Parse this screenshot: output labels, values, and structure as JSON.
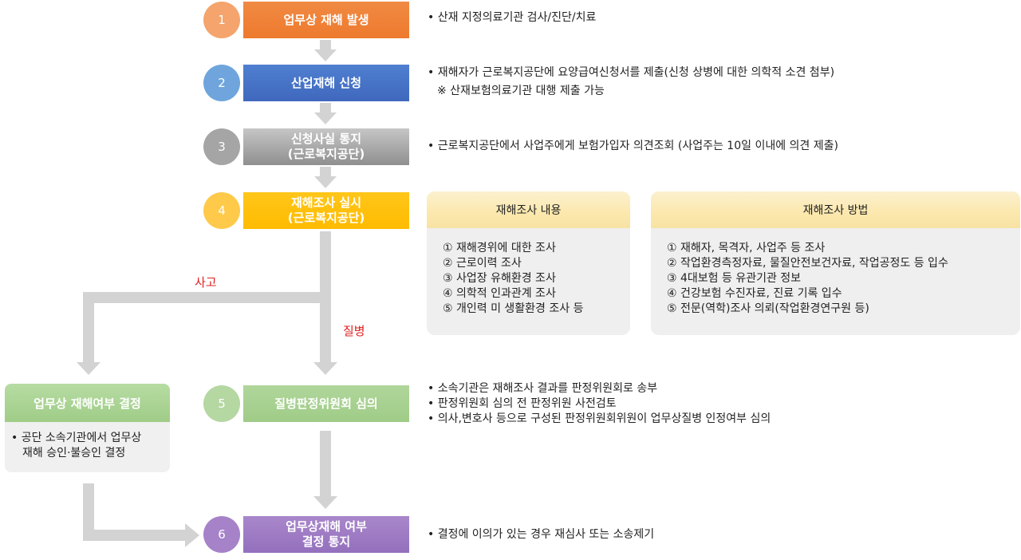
{
  "steps": [
    {
      "num": "1",
      "title": [
        "업무상 재해 발생"
      ],
      "colors": {
        "circle": "#f4a46c",
        "box": "#ef7f33"
      }
    },
    {
      "num": "2",
      "title": [
        "산업재해 신청"
      ],
      "colors": {
        "circle": "#6fa5dc",
        "box": "#4472c4"
      }
    },
    {
      "num": "3",
      "title": [
        "신청사실 통지",
        "(근로복지공단)"
      ],
      "colors": {
        "circle": "#a5a5a5",
        "box": "#9e9e9e"
      }
    },
    {
      "num": "4",
      "title": [
        "재해조사 실시",
        "(근로복지공단)"
      ],
      "colors": {
        "circle": "#ffc94a",
        "box": "#ffc000"
      }
    },
    {
      "num": "5",
      "title": [
        "질병판정위원회 심의"
      ],
      "colors": {
        "circle": "#b5d7a2",
        "box": "#a3cd8c"
      }
    },
    {
      "num": "6",
      "title": [
        "업무상재해 여부",
        "결정 통지"
      ],
      "colors": {
        "circle": "#a682c9",
        "box": "#9e79c4"
      }
    }
  ],
  "descriptions": {
    "step1": [
      "• 산재 지정의료기관 검사/진단/치료"
    ],
    "step2": [
      "• 재해자가 근로복지공단에 요양급여신청서를 제출(신청 상병에 대한 의학적 소견 첨부)",
      "※ 산재보험의료기관 대행 제출 가능"
    ],
    "step3": [
      "• 근로복지공단에서 사업주에게 보험가입자 의견조회 (사업주는 10일 이내에 의견 제출)"
    ],
    "step5": [
      "• 소속기관은 재해조사 결과를 판정위원회로 송부",
      "• 판정위원회 심의 전 판정위원 사전검토",
      "• 의사,변호사 등으로 구성된 판정위원회위원이 업무상질병 인정여부 심의"
    ],
    "step6": [
      "• 결정에 이의가 있는 경우 재심사 또는 소송제기"
    ]
  },
  "investigation_content": {
    "title": "재해조사 내용",
    "items": [
      "① 재해경위에 대한 조사",
      "② 근로이력 조사",
      "③ 사업장 유해환경 조사",
      "④ 의학적 인과관계 조사",
      "⑤ 개인력 미 생활환경 조사 등"
    ]
  },
  "investigation_method": {
    "title": "재해조사 방법",
    "items": [
      "① 재해자, 목격자, 사업주 등 조사",
      "② 작업환경측정자료, 물질안전보건자료, 작업공정도 등 입수",
      "③ 4대보험 등 유관기관 정보",
      "④ 건강보험 수진자료, 진료 기록 입수",
      "⑤ 전문(역학)조사 의뢰(작업환경연구원 등)"
    ]
  },
  "branches": {
    "accident": "사고",
    "disease": "질병"
  },
  "accident_box": {
    "title": "업무상 재해여부 결정",
    "body": [
      "• 공단 소속기관에서 업무상",
      "재해 승인·불승인 결정"
    ]
  }
}
